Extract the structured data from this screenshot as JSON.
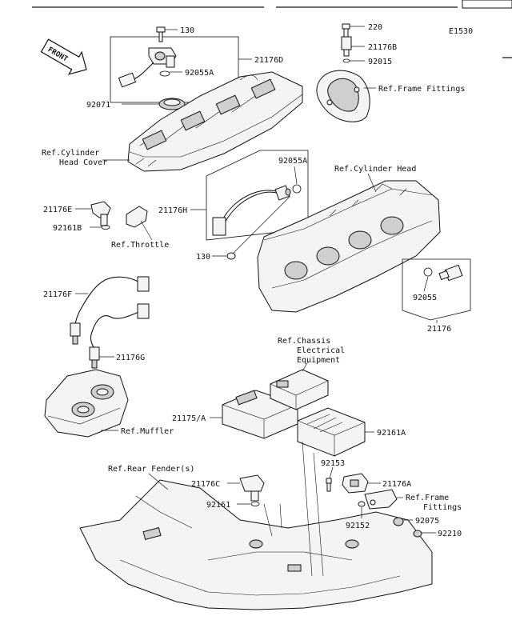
{
  "header": {
    "diagram_code": "E1530"
  },
  "front_badge": "FRONT",
  "labels": {
    "p130_top": "130",
    "p21176D": "21176D",
    "p92055A_top": "92055A",
    "p92071": "92071",
    "ref_cyl_cover_1": "Ref.Cylinder",
    "ref_cyl_cover_2": "Head Cover",
    "p220": "220",
    "p21176B": "21176B",
    "p92015": "92015",
    "ref_frame_top": "Ref.Frame Fittings",
    "p92055A_mid": "92055A",
    "ref_cyl_head": "Ref.Cylinder Head",
    "p21176H": "21176H",
    "p21176E": "21176E",
    "p92161B": "92161B",
    "ref_throttle": "Ref.Throttle",
    "p130_mid": "130",
    "p92055": "92055",
    "p21176": "21176",
    "p21176F": "21176F",
    "p21176G": "21176G",
    "ref_chassis_1": "Ref.Chassis",
    "ref_chassis_2": "Electrical",
    "ref_chassis_3": "Equipment",
    "ref_muffler": "Ref.Muffler",
    "p21175A": "21175/A",
    "p92161A": "92161A",
    "ref_rear_fender": "Ref.Rear Fender(s)",
    "p92153": "92153",
    "p21176C": "21176C",
    "p21176A": "21176A",
    "ref_frame_bottom_1": "Ref.Frame",
    "ref_frame_bottom_2": "Fittings",
    "p92161": "92161",
    "p92152": "92152",
    "p92075": "92075",
    "p92210": "92210"
  }
}
